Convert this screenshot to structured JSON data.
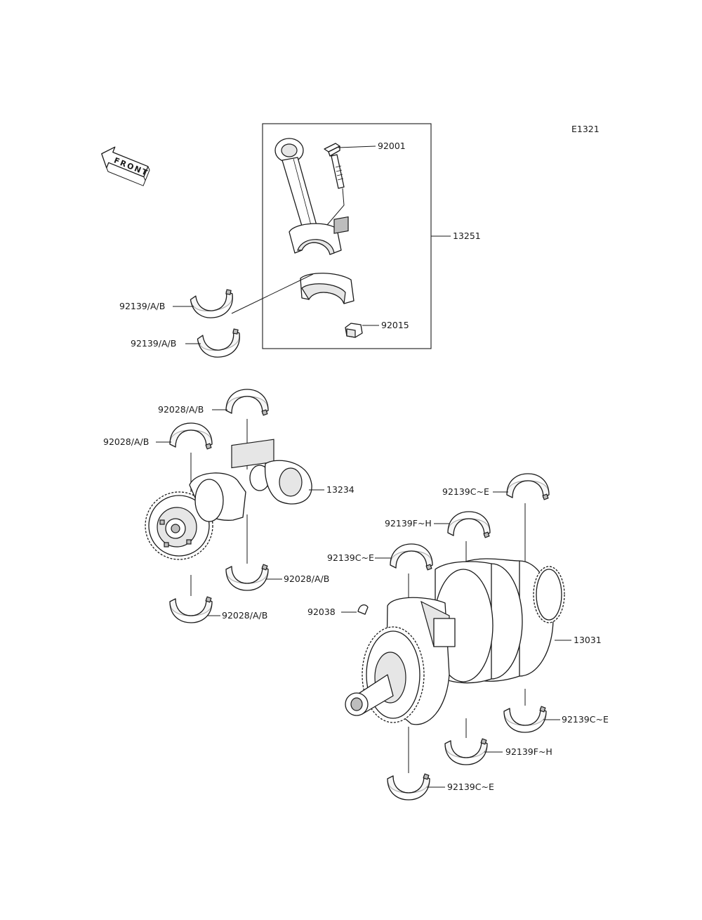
{
  "diagram_code": "E1321",
  "front_label": "FRONT",
  "labels": {
    "p92001": "92001",
    "p13251": "13251",
    "p92139ab_1": "92139/A/B",
    "p92139ab_2": "92139/A/B",
    "p92015": "92015",
    "p92028ab_1": "92028/A/B",
    "p92028ab_2": "92028/A/B",
    "p13234": "13234",
    "p92028ab_3": "92028/A/B",
    "p92028ab_4": "92028/A/B",
    "p92139ce_1": "92139C~E",
    "p92139fh_1": "92139F~H",
    "p92139ce_2": "92139C~E",
    "p92038": "92038",
    "p13031": "13031",
    "p92139ce_3": "92139C~E",
    "p92139fh_2": "92139F~H",
    "p92139ce_4": "92139C~E"
  }
}
